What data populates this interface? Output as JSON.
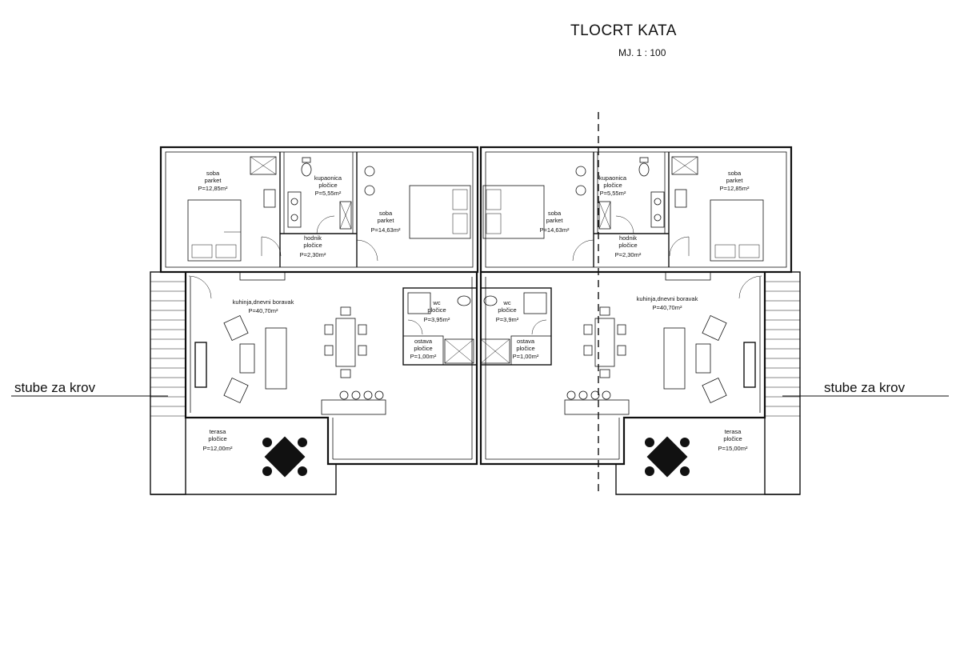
{
  "header": {
    "title": "TLOCRT KATA",
    "scale": "MJ. 1 : 100"
  },
  "annotations": {
    "left_stairs": "stube za krov",
    "right_stairs": "stube za krov"
  },
  "left_unit": {
    "bedroom_a": {
      "name": "soba",
      "finish": "parket",
      "area": "P=12,85m²"
    },
    "bathroom": {
      "name": "kupaonica",
      "finish": "pločice",
      "area": "P=5,55m²"
    },
    "bedroom_b": {
      "name": "soba",
      "finish": "parket",
      "area": "P=14,63m²"
    },
    "hallway": {
      "name": "hodnik",
      "finish": "pločice",
      "area": "P=2,30m²"
    },
    "living": {
      "name": "kuhinja,dnevni boravak",
      "area": "P=40,70m²"
    },
    "wc": {
      "name": "wc",
      "finish": "pločice",
      "area": "P=3,95m²"
    },
    "storage": {
      "name": "ostava",
      "finish": "pločice",
      "area": "P=1,00m²"
    },
    "terrace": {
      "name": "terasa",
      "finish": "pločice",
      "area": "P=12,00m²"
    }
  },
  "right_unit": {
    "bedroom_a": {
      "name": "soba",
      "finish": "parket",
      "area": "P=12,85m²"
    },
    "bathroom": {
      "name": "kupaonica",
      "finish": "pločice",
      "area": "P=5,55m²"
    },
    "bedroom_b": {
      "name": "soba",
      "finish": "parket",
      "area": "P=14,63m²"
    },
    "hallway": {
      "name": "hodnik",
      "finish": "pločice",
      "area": "P=2,30m²"
    },
    "living": {
      "name": "kuhinja,dnevni boravak",
      "area": "P=40,70m²"
    },
    "wc": {
      "name": "wc",
      "finish": "pločice",
      "area": "P=3,9m²"
    },
    "storage": {
      "name": "ostava",
      "finish": "pločice",
      "area": "P=1,00m²"
    },
    "terrace": {
      "name": "terasa",
      "finish": "pločice",
      "area": "P=15,00m²"
    }
  },
  "colors": {
    "ink": "#111111",
    "paper": "#ffffff"
  }
}
